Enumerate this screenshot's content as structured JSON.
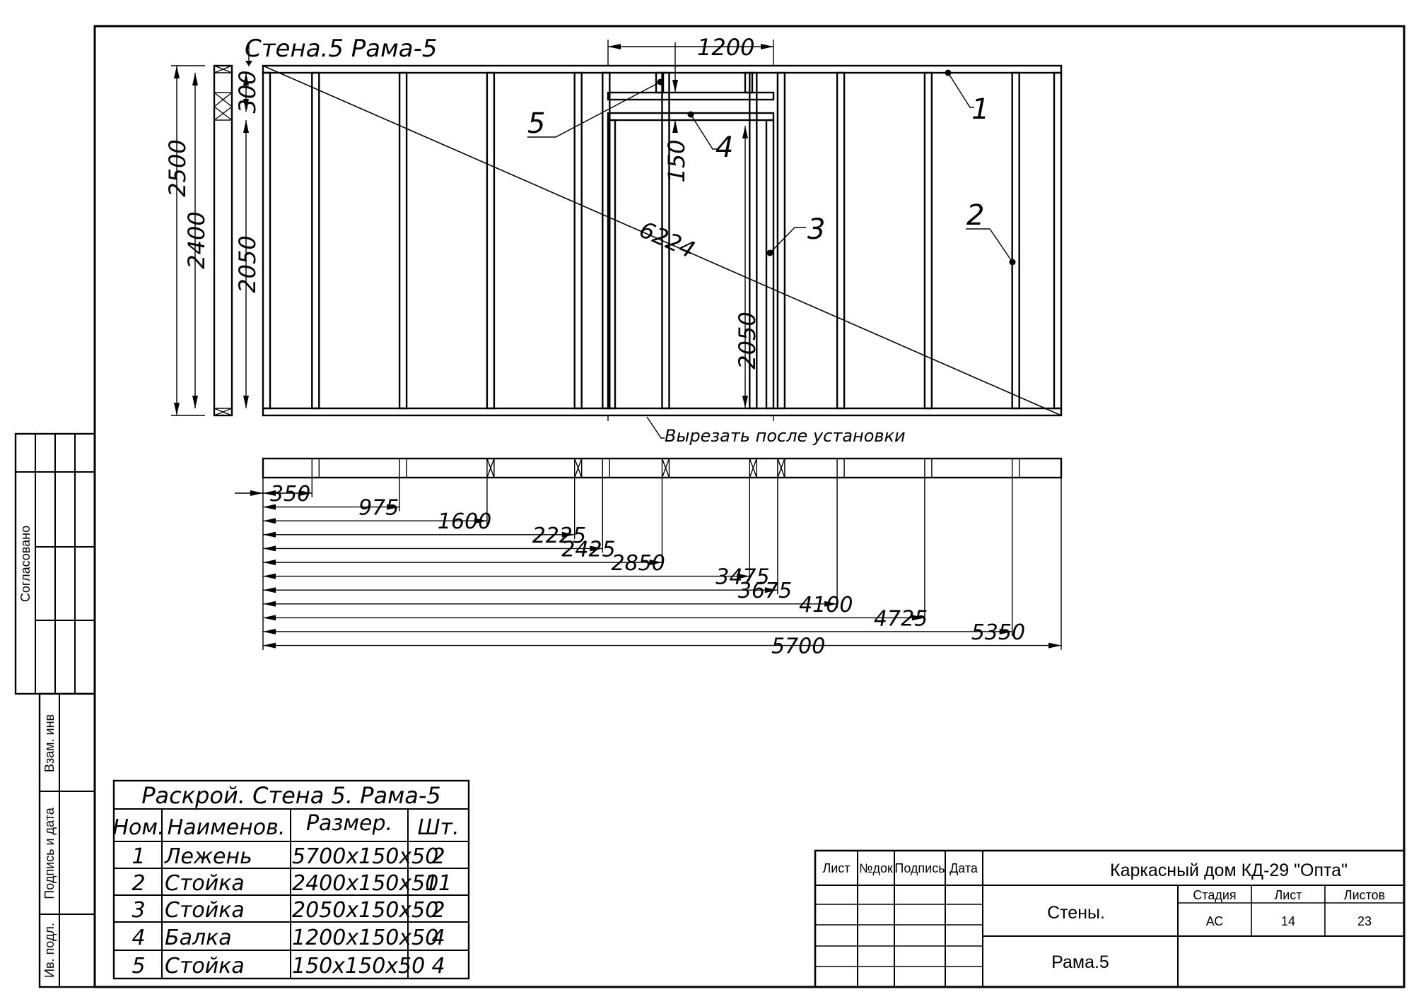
{
  "drawing": {
    "title": "Стена.5 Рама-5",
    "note": "Вырезать после установки",
    "dims_top": {
      "opening_width": "1200",
      "lintel_gap": "150",
      "diagonal": "6224",
      "opening_height": "2050"
    },
    "dims_left": {
      "total": "2500",
      "stud": "2400",
      "opening": "2050",
      "header": "300"
    },
    "callouts": [
      "1",
      "2",
      "3",
      "4",
      "5"
    ],
    "positions": [
      {
        "value": "350",
        "pos": 350
      },
      {
        "value": "975",
        "pos": 975
      },
      {
        "value": "1600",
        "pos": 1600
      },
      {
        "value": "2225",
        "pos": 2225
      },
      {
        "value": "2425",
        "pos": 2425
      },
      {
        "value": "2850",
        "pos": 2850
      },
      {
        "value": "3475",
        "pos": 3475
      },
      {
        "value": "3675",
        "pos": 3675
      },
      {
        "value": "4100",
        "pos": 4100
      },
      {
        "value": "4725",
        "pos": 4725
      },
      {
        "value": "5350",
        "pos": 5350
      },
      {
        "value": "5700",
        "pos": 5700
      }
    ]
  },
  "side_labels": {
    "agreed": "Согласовано",
    "inv_repl": "Взам. инв",
    "sign_date": "Подпись и дата",
    "inv_orig": "Ив. подл."
  },
  "cut_table": {
    "title": "Раскрой. Стена 5. Рама-5",
    "headers": [
      "Ном.",
      "Наименов.",
      "Размер.",
      "Шт."
    ],
    "rows": [
      [
        "1",
        "Лежень",
        "5700x150x50",
        "2"
      ],
      [
        "2",
        "Стойка",
        "2400x150x50",
        "11"
      ],
      [
        "3",
        "Стойка",
        "2050x150x50",
        "2"
      ],
      [
        "4",
        "Балка",
        "1200x150x50",
        "4"
      ],
      [
        "5",
        "Стойка",
        "150x150x50",
        "4"
      ]
    ]
  },
  "title_block": {
    "cols": [
      "Лист",
      "№док",
      "Подпись",
      "Дата"
    ],
    "project": "Каркасный дом КД-29 \"Опта\"",
    "section": "Стены.",
    "sheet_name": "Рама.5",
    "stage_label": "Стадия",
    "sheet_label": "Лист",
    "sheets_label": "Листов",
    "stage": "АС",
    "sheet": "14",
    "sheets": "23"
  }
}
